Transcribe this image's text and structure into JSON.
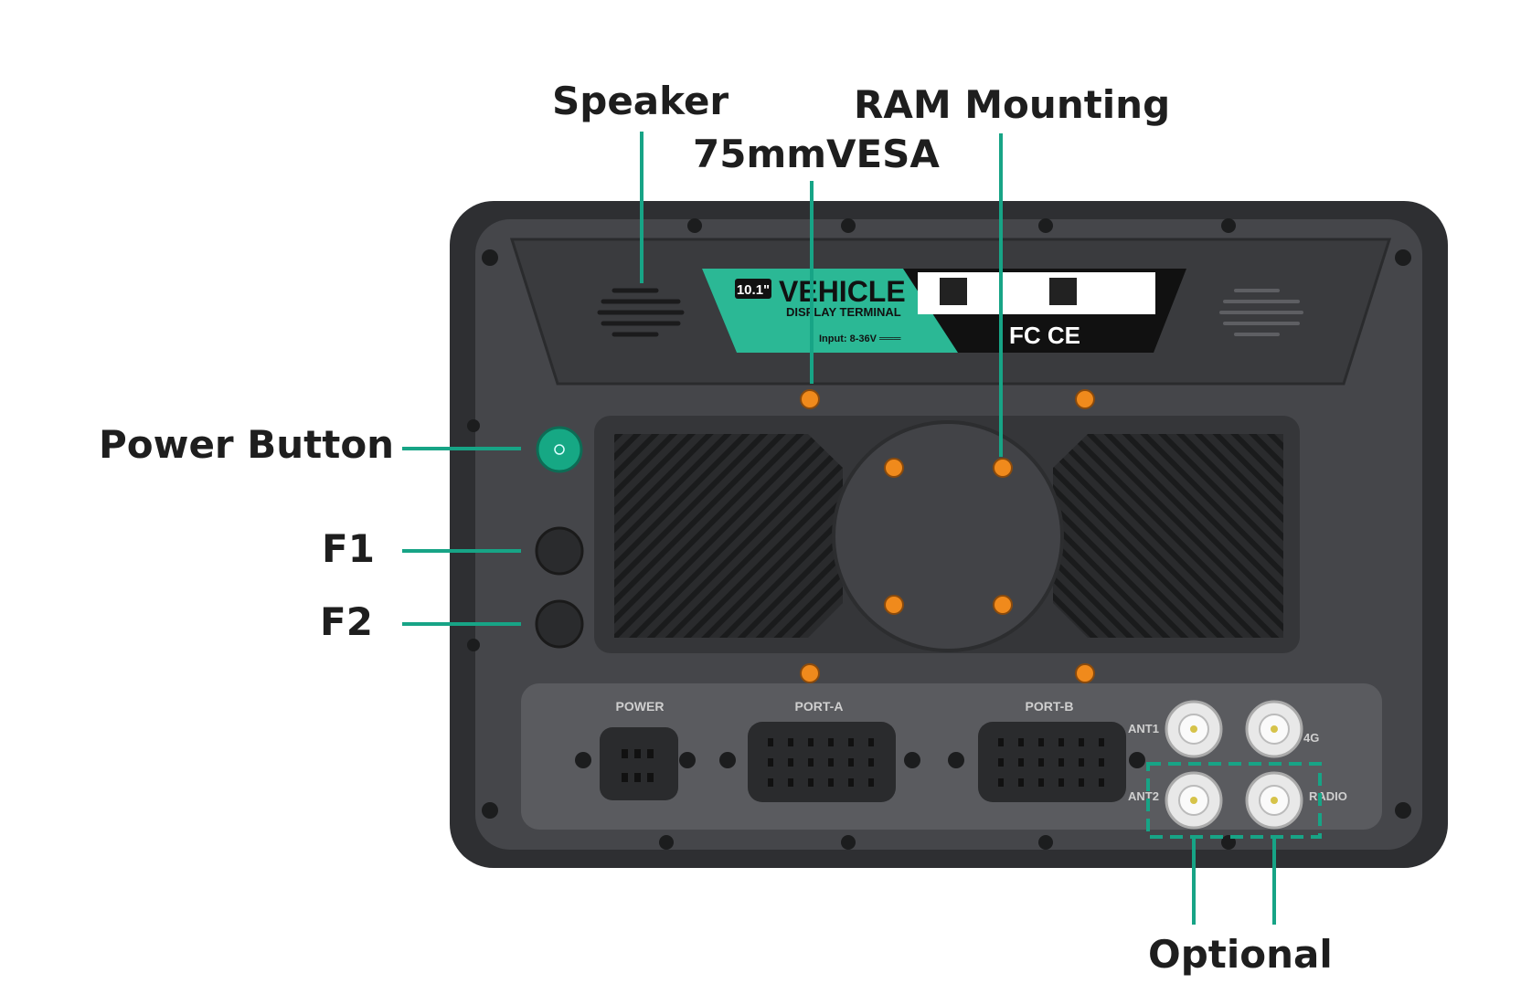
{
  "callouts": {
    "speaker": "Speaker",
    "ram_mounting": "RAM Mounting",
    "vesa": "75mmVESA",
    "power_button": "Power Button",
    "f1": "F1",
    "f2": "F2",
    "optional": "Optional"
  },
  "nameplate": {
    "size_badge": "10.1\"",
    "title": "VEHICLE",
    "subtitle": "DISPLAY TERMINAL",
    "input": "Input: 8-36V ═══",
    "cert_marks": "FC CE"
  },
  "ports": {
    "power": "POWER",
    "port_a": "PORT-A",
    "port_b": "PORT-B",
    "ant1": "ANT1",
    "ant2": "ANT2",
    "fourg": "4G",
    "radio": "RADIO"
  },
  "colors": {
    "accent": "#17a486",
    "body": "#3d3e41",
    "screw": "#f08a1c"
  }
}
